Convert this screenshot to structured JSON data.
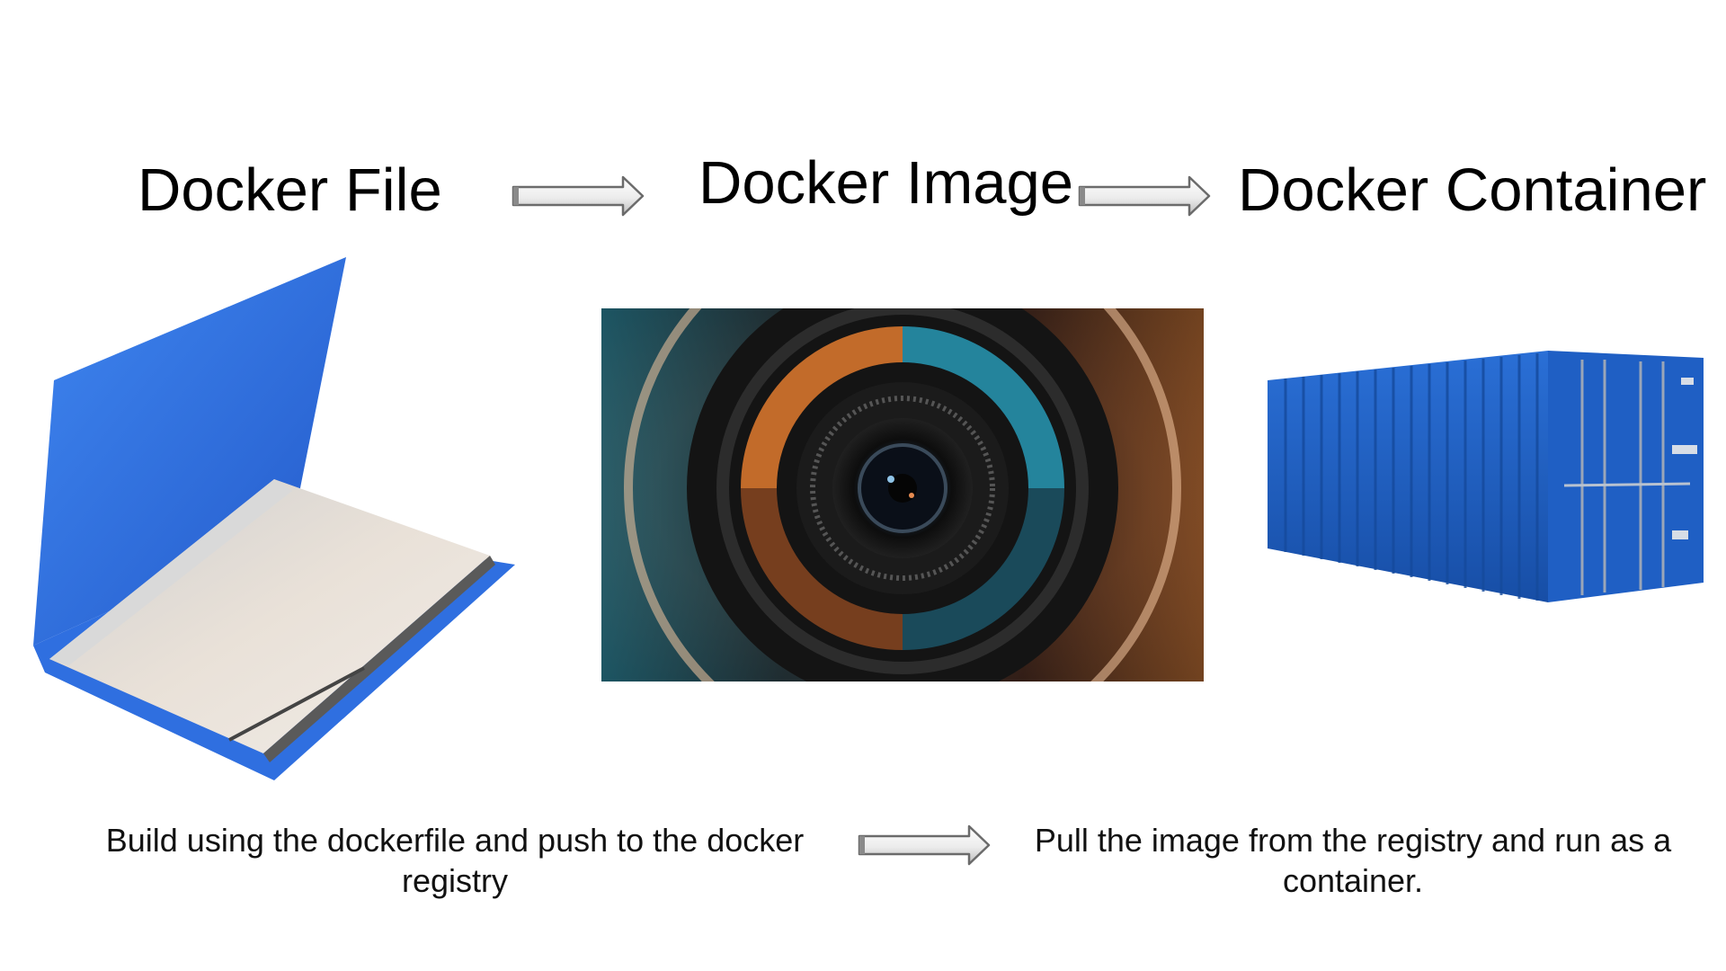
{
  "stages": {
    "file_title": "Docker File",
    "image_title": "Docker Image",
    "container_title": "Docker Container"
  },
  "icons": {
    "folder": "blue-document-folder",
    "lens": "camera-lens-photo",
    "container": "blue-shipping-container",
    "arrow": "right-arrow"
  },
  "colors": {
    "folder_blue": "#2f6fe0",
    "container_blue": "#1f5fc4",
    "lens_orange": "#e07a2e",
    "lens_teal": "#2aa9c9",
    "arrow_fill": "#f2f2f2",
    "arrow_stroke": "#6b6b6b"
  },
  "captions": {
    "build": "Build using the dockerfile and push to the docker registry",
    "pull": "Pull the image from the registry and run as a container."
  }
}
